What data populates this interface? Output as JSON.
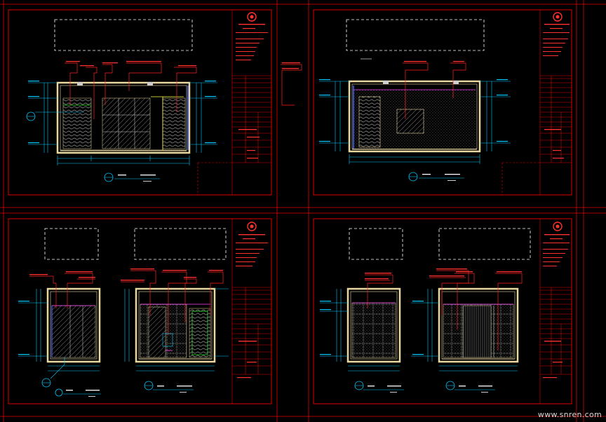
{
  "watermark": "www.snren.com",
  "colors": {
    "background": "#000000",
    "frame": "#e00000",
    "wall": "#e8d8a0",
    "dim": "#00c8ff",
    "leader": "#ff2020",
    "hatch": "#8a8a8a",
    "tag": "#ff3030",
    "blue": "#4060ff",
    "magenta": "#ff40ff",
    "green": "#30e030"
  },
  "sheets": [
    {
      "name": "sheet-top-left"
    },
    {
      "name": "sheet-top-right"
    },
    {
      "name": "sheet-bottom-left"
    },
    {
      "name": "sheet-bottom-right"
    }
  ]
}
